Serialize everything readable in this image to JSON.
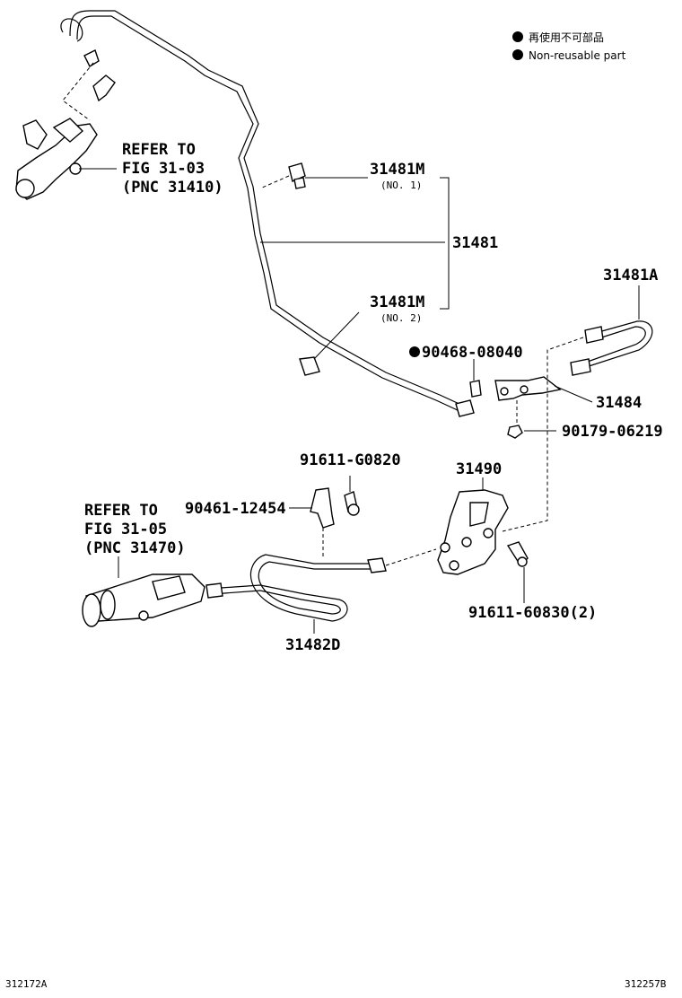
{
  "legend": {
    "ja": "再使用不可部品",
    "en": "Non-reusable part"
  },
  "refs": {
    "upper": {
      "line1": "REFER TO",
      "line2": "FIG 31-03",
      "line3": "(PNC 31410)"
    },
    "lower": {
      "line1": "REFER TO",
      "line2": "FIG 31-05",
      "line3": "(PNC 31470)"
    }
  },
  "parts": {
    "p31481M_1": {
      "code": "31481M",
      "note": "(NO. 1)"
    },
    "p31481": {
      "code": "31481"
    },
    "p31481M_2": {
      "code": "31481M",
      "note": "(NO. 2)"
    },
    "p31481A": {
      "code": "31481A"
    },
    "p90468": {
      "code": "90468-08040"
    },
    "p31484": {
      "code": "31484"
    },
    "p90179": {
      "code": "90179-06219"
    },
    "p91611G": {
      "code": "91611-G0820"
    },
    "p31490": {
      "code": "31490"
    },
    "p90461": {
      "code": "90461-12454"
    },
    "p91611_6": {
      "code": "91611-60830(2)"
    },
    "p31482D": {
      "code": "31482D"
    }
  },
  "footer": {
    "left": "312172A",
    "right": "312257B"
  }
}
